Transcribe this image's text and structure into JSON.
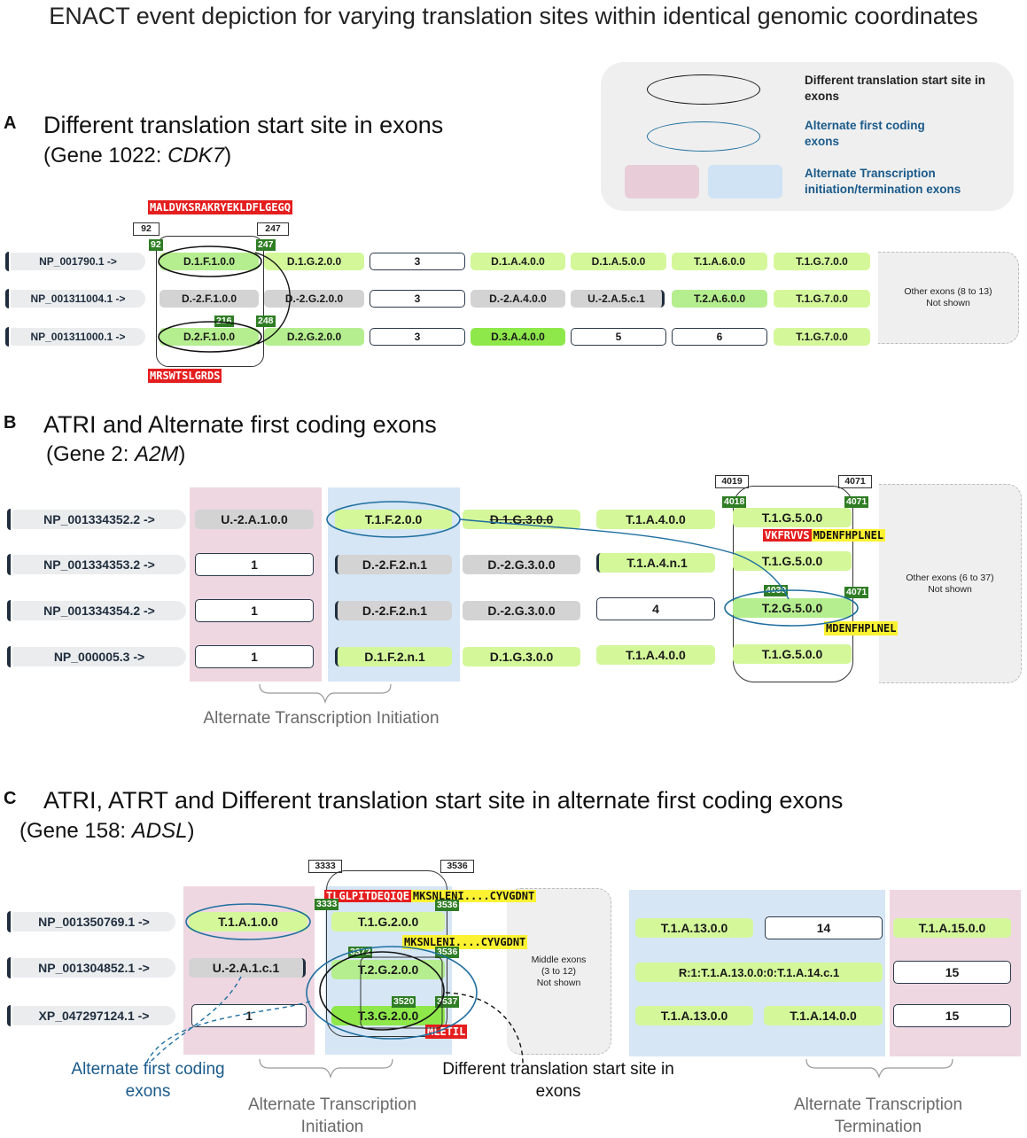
{
  "title": "ENACT event depiction for varying translation sites within identical genomic coordinates",
  "legend": {
    "item1": "Different translation start site in exons",
    "item2": "Alternate first coding exons",
    "item3": "Alternate Transcription initiation/termination exons",
    "colors": {
      "black_ellipse": "#111111",
      "blue_ellipse": "#1f6f9f",
      "pink": "#e8cdd8",
      "blue": "#cfe3f5"
    }
  },
  "sectionA": {
    "letter": "A",
    "title": "Different translation start site in exons",
    "gene_prefix": "(Gene 1022: ",
    "gene_name": "CDK7",
    "gene_suffix": ")",
    "seq_top": "MALDVKSRAKRYEKLDFLGEGQ",
    "seq_bottom": "MRSWTSLGRDS",
    "coord_left": "92",
    "coord_right": "247",
    "green_92": "92",
    "green_247": "247",
    "green_216": "216",
    "green_248": "248",
    "rows": [
      {
        "label": "NP_001790.1 ->",
        "exons": [
          "D.1.F.1.0.0",
          "D.1.G.2.0.0",
          "3",
          "D.1.A.4.0.0",
          "D.1.A.5.0.0",
          "T.1.A.6.0.0",
          "T.1.G.7.0.0"
        ]
      },
      {
        "label": "NP_001311004.1 ->",
        "exons": [
          "D.-2.F.1.0.0",
          "D.-2.G.2.0.0",
          "3",
          "D.-2.A.4.0.0",
          "U.-2.A.5.c.1",
          "T.2.A.6.0.0",
          "T.1.G.7.0.0"
        ]
      },
      {
        "label": "NP_001311000.1 ->",
        "exons": [
          "D.2.F.1.0.0",
          "D.2.G.2.0.0",
          "3",
          "D.3.A.4.0.0",
          "5",
          "6",
          "T.1.G.7.0.0"
        ]
      }
    ],
    "other": "Other exons (8 to 13)\nNot shown"
  },
  "sectionB": {
    "letter": "B",
    "title": "ATRI and Alternate first coding exons",
    "gene_prefix": "(Gene 2: ",
    "gene_name": "A2M",
    "gene_suffix": ")",
    "coord_left": "4019",
    "coord_right": "4071",
    "green_4018": "4018",
    "green_4071a": "4071",
    "green_4039": "4039",
    "green_4071b": "4071",
    "seq_red": "VKFRVVS",
    "seq_yellow": "MDENFHPLNEL",
    "seq_yellow2": "MDENFHPLNEL",
    "rows": [
      {
        "label": "NP_001334352.2 ->",
        "exons": [
          "U.-2.A.1.0.0",
          "T.1.F.2.0.0",
          "D.1.G.3.0.0",
          "T.1.A.4.0.0",
          "T.1.G.5.0.0"
        ]
      },
      {
        "label": "NP_001334353.2 ->",
        "exons": [
          "1",
          "D.-2.F.2.n.1",
          "D.-2.G.3.0.0",
          "T.1.A.4.n.1",
          "T.1.G.5.0.0"
        ]
      },
      {
        "label": "NP_001334354.2 ->",
        "exons": [
          "1",
          "D.-2.F.2.n.1",
          "D.-2.G.3.0.0",
          "4",
          "T.2.G.5.0.0"
        ]
      },
      {
        "label": "NP_000005.3 ->",
        "exons": [
          "1",
          "D.1.F.2.n.1",
          "D.1.G.3.0.0",
          "T.1.A.4.0.0",
          "T.1.G.5.0.0"
        ]
      }
    ],
    "other": "Other exons (6 to 37)\nNot shown",
    "annotation": "Alternate Transcription Initiation"
  },
  "sectionC": {
    "letter": "C",
    "title": "ATRI, ATRT and Different translation start site in alternate first coding exons",
    "gene_prefix": "(Gene 158: ",
    "gene_name": "ADSL",
    "gene_suffix": ")",
    "coord_left": "3333",
    "coord_right": "3536",
    "green_3333": "3333",
    "green_3536a": "3536",
    "green_3372": "3372",
    "green_3536b": "3536",
    "green_3520": "3520",
    "green_3537": "3537",
    "seq_red1": "TLGLPITDEQIQE",
    "seq_yellow1": "MKSNLENI....CYVGDNT",
    "seq_yellow2": "MKSNLENI....CYVGDNT",
    "seq_red2": "MLETIL",
    "rows": [
      {
        "label": "NP_001350769.1 ->",
        "exons": [
          "T.1.A.1.0.0",
          "T.1.G.2.0.0",
          "T.1.A.13.0.0",
          "14",
          "T.1.A.15.0.0"
        ]
      },
      {
        "label": "NP_001304852.1 ->",
        "exons": [
          "U.-2.A.1.c.1",
          "T.2.G.2.0.0",
          "R:1:T.1.A.13.0.0:0:T.1.A.14.c.1",
          "15"
        ]
      },
      {
        "label": "XP_047297124.1 ->",
        "exons": [
          "1",
          "T.3.G.2.0.0",
          "T.1.A.13.0.0",
          "T.1.A.14.0.0",
          "15"
        ]
      }
    ],
    "middle": "Middle exons\n(3 to 12)\nNot shown",
    "annot_afce": "Alternate first coding\nexons",
    "annot_dtss": "Different translation start site in\nexons",
    "annot_atri": "Alternate Transcription\nInitiation",
    "annot_atrt": "Alternate Transcription\nTermination"
  }
}
